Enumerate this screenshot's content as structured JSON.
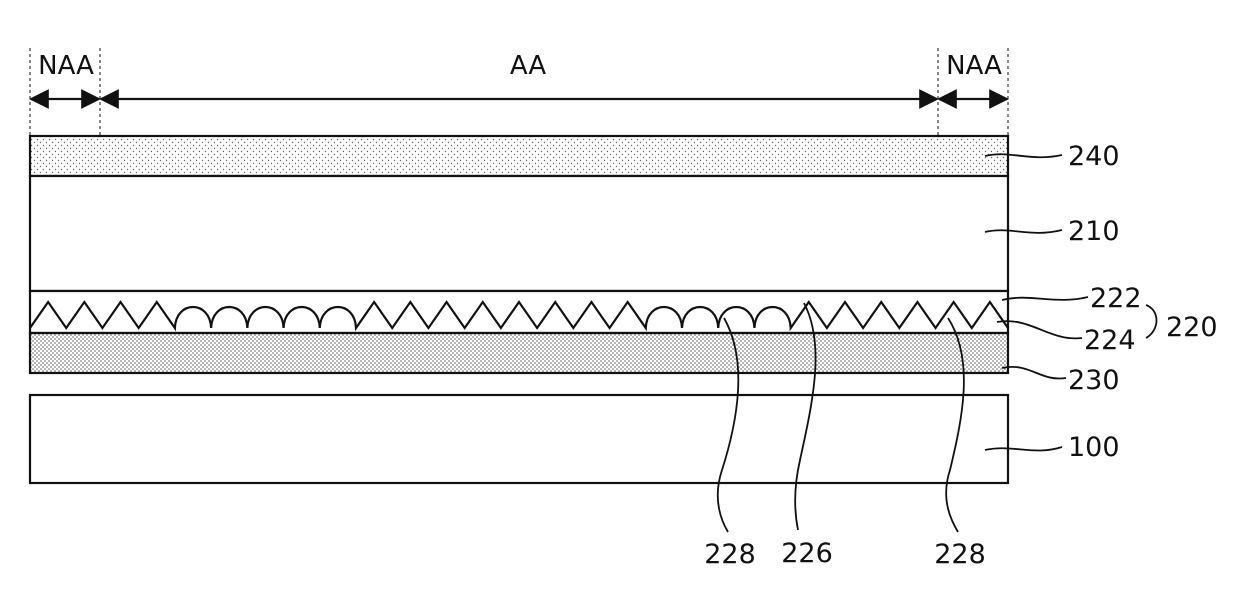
{
  "regions": {
    "naa_left": "NAA",
    "aa": "AA",
    "naa_right": "NAA"
  },
  "labels": {
    "l240": "240",
    "l210": "210",
    "l222": "222",
    "l224": "224",
    "l220": "220",
    "l230": "230",
    "l100": "100",
    "l228a": "228",
    "l226": "226",
    "l228b": "228"
  },
  "pattern": {
    "sequence": [
      "tri",
      "tri",
      "tri",
      "tri",
      "arc",
      "arc",
      "arc",
      "arc",
      "arc",
      "tri",
      "tri",
      "tri",
      "tri",
      "tri",
      "tri",
      "tri",
      "tri",
      "arc",
      "arc",
      "arc",
      "arc",
      "tri",
      "tri",
      "tri",
      "tri",
      "tri",
      "tri"
    ]
  },
  "colors": {
    "line": "#111111",
    "dot": "#555555",
    "background": "#ffffff"
  }
}
